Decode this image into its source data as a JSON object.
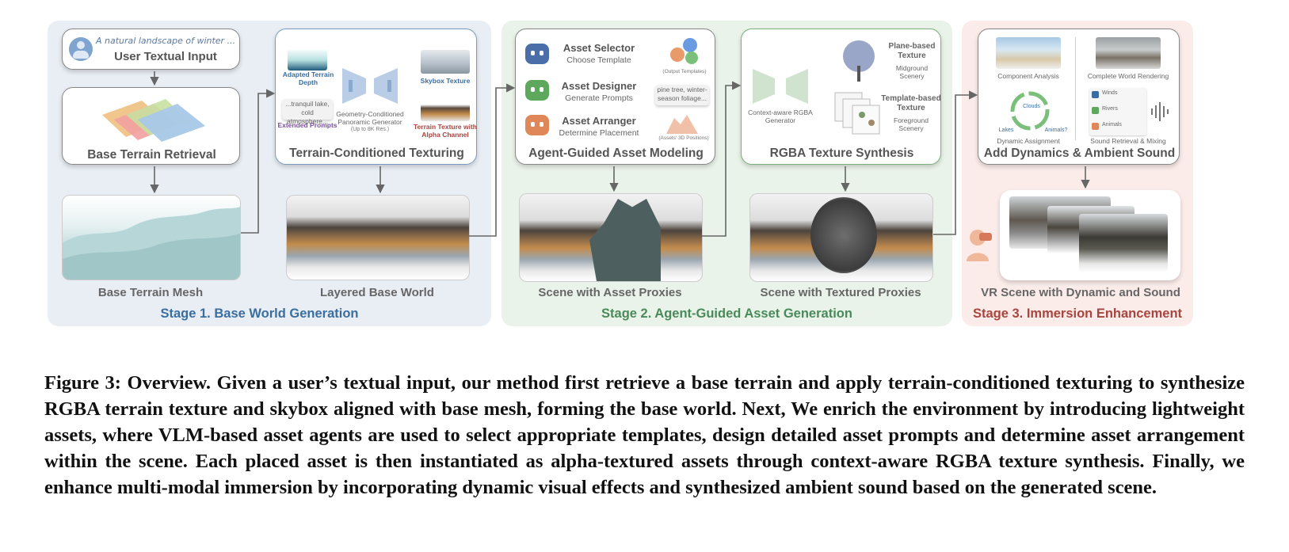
{
  "stage1": {
    "label": "Stage 1. Base World Generation",
    "user_input_text": "A natural landscape of winter ...",
    "user_input_title": "User Textual Input",
    "base_terrain_retrieval": "Base Terrain Retrieval",
    "base_terrain_mesh": "Base Terrain Mesh",
    "texturing_title": "Terrain-Conditioned Texturing",
    "adapted_depth": "Adapted Terrain Depth",
    "extended_prompts_text": "...tranquil lake, cold atmosphere...",
    "extended_prompts": "Extended Prompts",
    "generator_name": "Geometry-Conditioned Panoramic Generator",
    "generator_res": "(Up to 8K Res.)",
    "skybox_texture": "Skybox Texture",
    "terrain_texture": "Terrain Texture with Alpha Channel",
    "layered_world": "Layered Base World"
  },
  "stage2": {
    "label": "Stage 2. Agent-Guided Asset Generation",
    "agents": [
      {
        "name": "Asset Selector",
        "task": "Choose Template",
        "output": "(Output Templates)"
      },
      {
        "name": "Asset Designer",
        "task": "Generate Prompts",
        "output": "pine tree, winter-season foliage..."
      },
      {
        "name": "Asset Arranger",
        "task": "Determine Placement",
        "output": "(Assets' 3D Positions)"
      }
    ],
    "modeling_title": "Agent-Guided Asset Modeling",
    "rgba_generator": "Context-aware RGBA Generator",
    "plane_texture": "Plane-based Texture",
    "midground": "Midground Scenery",
    "template_texture": "Template-based Texture",
    "foreground": "Foreground Scenery",
    "synthesis_title": "RGBA Texture Synthesis",
    "scene_proxies": "Scene with Asset Proxies",
    "scene_textured": "Scene with Textured Proxies"
  },
  "stage3": {
    "label": "Stage 3. Immersion Enhancement",
    "component_analysis": "Component Analysis",
    "complete_rendering": "Complete World Rendering",
    "clouds": "Clouds",
    "lakes": "Lakes",
    "animals_q": "Animals?",
    "dynamic_assignment": "Dynamic Assignment",
    "sound_items": [
      "Winds",
      "Rivers",
      "Animals"
    ],
    "sound_retrieval": "Sound Retrieval & Mixing",
    "dynamics_title": "Add Dynamics & Ambient Sound",
    "vr_scene": "VR Scene with Dynamic and Sound"
  },
  "caption": "Figure 3: Overview. Given a user’s textual input, our method first retrieve a base terrain and apply terrain-conditioned texturing to synthesize RGBA terrain texture and skybox aligned with base mesh, forming the base world. Next, We enrich the environment by introducing lightweight assets, where VLM-based asset agents are used to select appropriate templates, design detailed asset prompts and determine asset arrangement within the scene. Each placed asset is then instantiated as alpha-textured assets through context-aware RGBA texture synthesis. Finally, we enhance multi-modal immersion by incorporating dynamic visual effects and synthesized ambient sound based on the generated scene.",
  "colors": {
    "stage1_bg": "#e9eef5",
    "stage2_bg": "#eaf3ea",
    "stage3_bg": "#fbecea",
    "stage1_text": "#3a6ea0",
    "stage2_text": "#4a8a5a",
    "stage3_text": "#a8453e"
  }
}
